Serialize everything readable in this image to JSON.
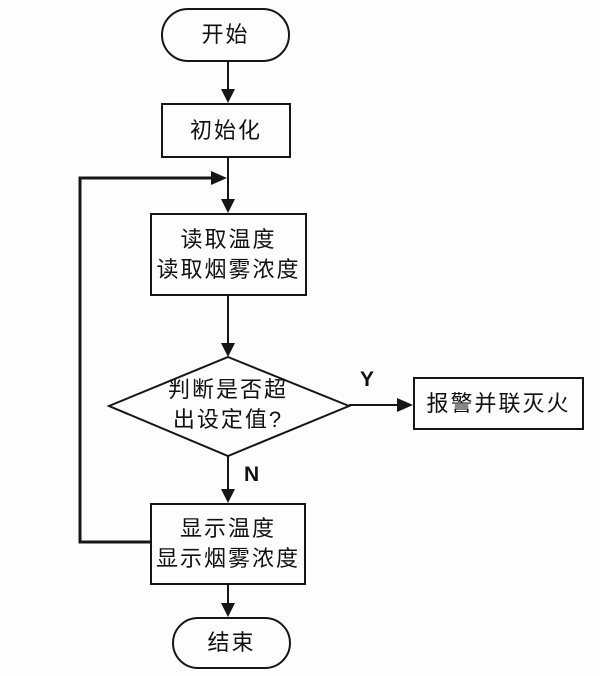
{
  "page": {
    "background_color": "#fdfdfc",
    "line_color": "#161616",
    "text_color": "#111111"
  },
  "flowchart": {
    "nodes": {
      "start": {
        "type": "terminator",
        "label": "开始"
      },
      "init": {
        "type": "process",
        "label": "初始化"
      },
      "read": {
        "type": "process",
        "line1": "读取温度",
        "line2": "读取烟雾浓度"
      },
      "decision": {
        "type": "decision",
        "line1": "判断是否超",
        "line2": "出设定值?"
      },
      "alarm": {
        "type": "process",
        "label": "报警并联灭火"
      },
      "display": {
        "type": "process",
        "line1": "显示温度",
        "line2": "显示烟雾浓度"
      },
      "end": {
        "type": "terminator",
        "label": "结束"
      }
    },
    "edges": {
      "yes_label": "Y",
      "no_label": "N"
    }
  }
}
